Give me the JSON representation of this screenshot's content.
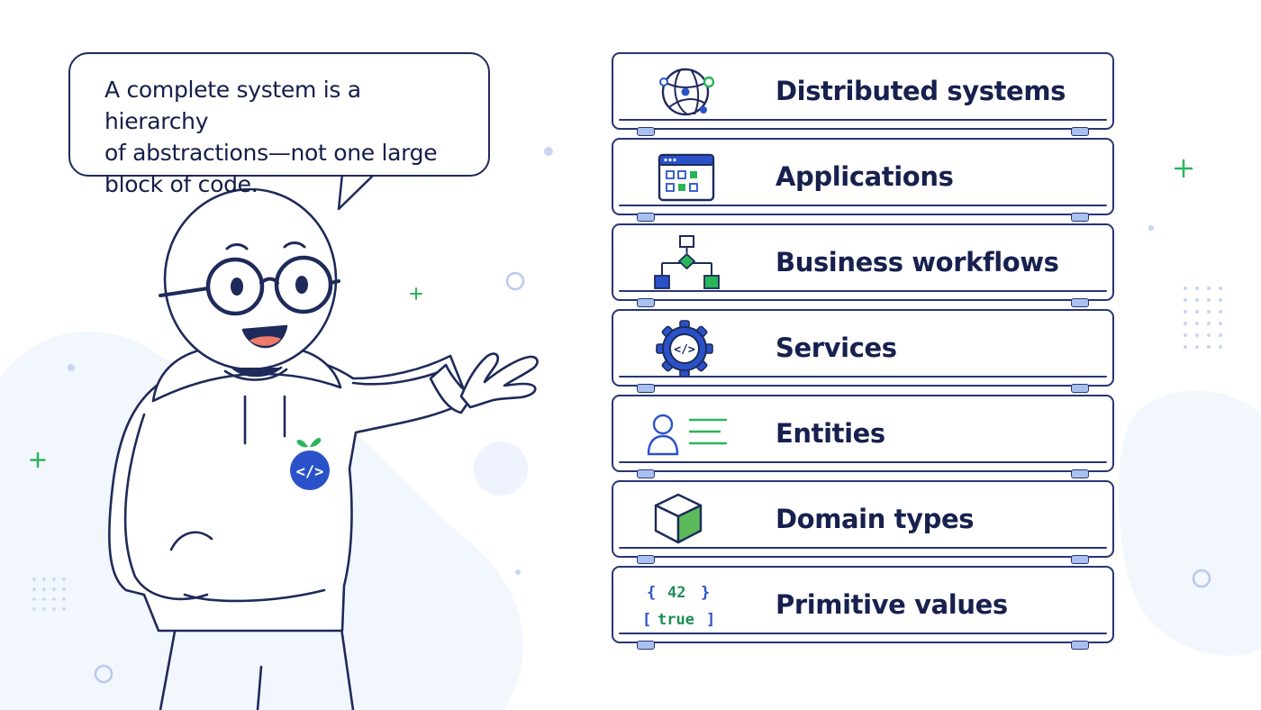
{
  "speech_bubble": {
    "text": "A complete system is a hierarchy\nof abstractions—not one large\nblock of code."
  },
  "badge": {
    "text": "</>"
  },
  "layers": [
    {
      "label": "Distributed systems",
      "icon": "network-globe-icon"
    },
    {
      "label": "Applications",
      "icon": "app-window-grid-icon"
    },
    {
      "label": "Business workflows",
      "icon": "workflow-flowchart-icon"
    },
    {
      "label": "Services",
      "icon": "gear-code-icon"
    },
    {
      "label": "Entities",
      "icon": "user-entity-icon"
    },
    {
      "label": "Domain types",
      "icon": "cube-icon"
    },
    {
      "label": "Primitive values",
      "icon": "primitive-values-icon"
    }
  ],
  "primitives": {
    "number": "42",
    "boolean": "true",
    "curly_open": "{",
    "curly_close": "}",
    "square_open": "[",
    "square_close": "]"
  },
  "service_code": "</>",
  "colors": {
    "ink": "#1e2a5a",
    "accent_blue": "#2a52c8",
    "accent_green": "#2bb55a",
    "soft_blue": "#eef3fd"
  }
}
